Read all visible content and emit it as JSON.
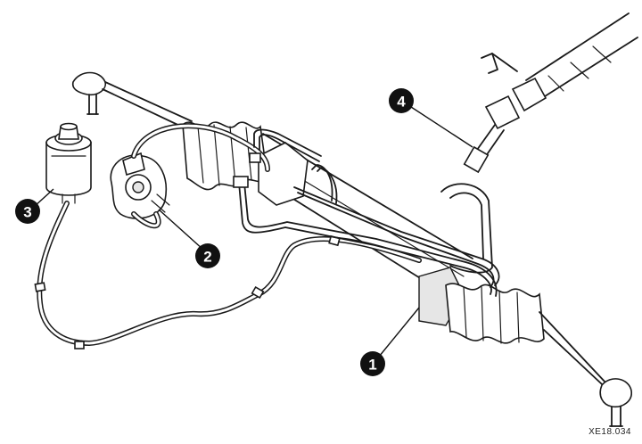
{
  "callouts": [
    {
      "id": "callout-1",
      "label": "1"
    },
    {
      "id": "callout-2",
      "label": "2"
    },
    {
      "id": "callout-3",
      "label": "3"
    },
    {
      "id": "callout-4",
      "label": "4"
    }
  ],
  "reference_code": "XE18.034"
}
